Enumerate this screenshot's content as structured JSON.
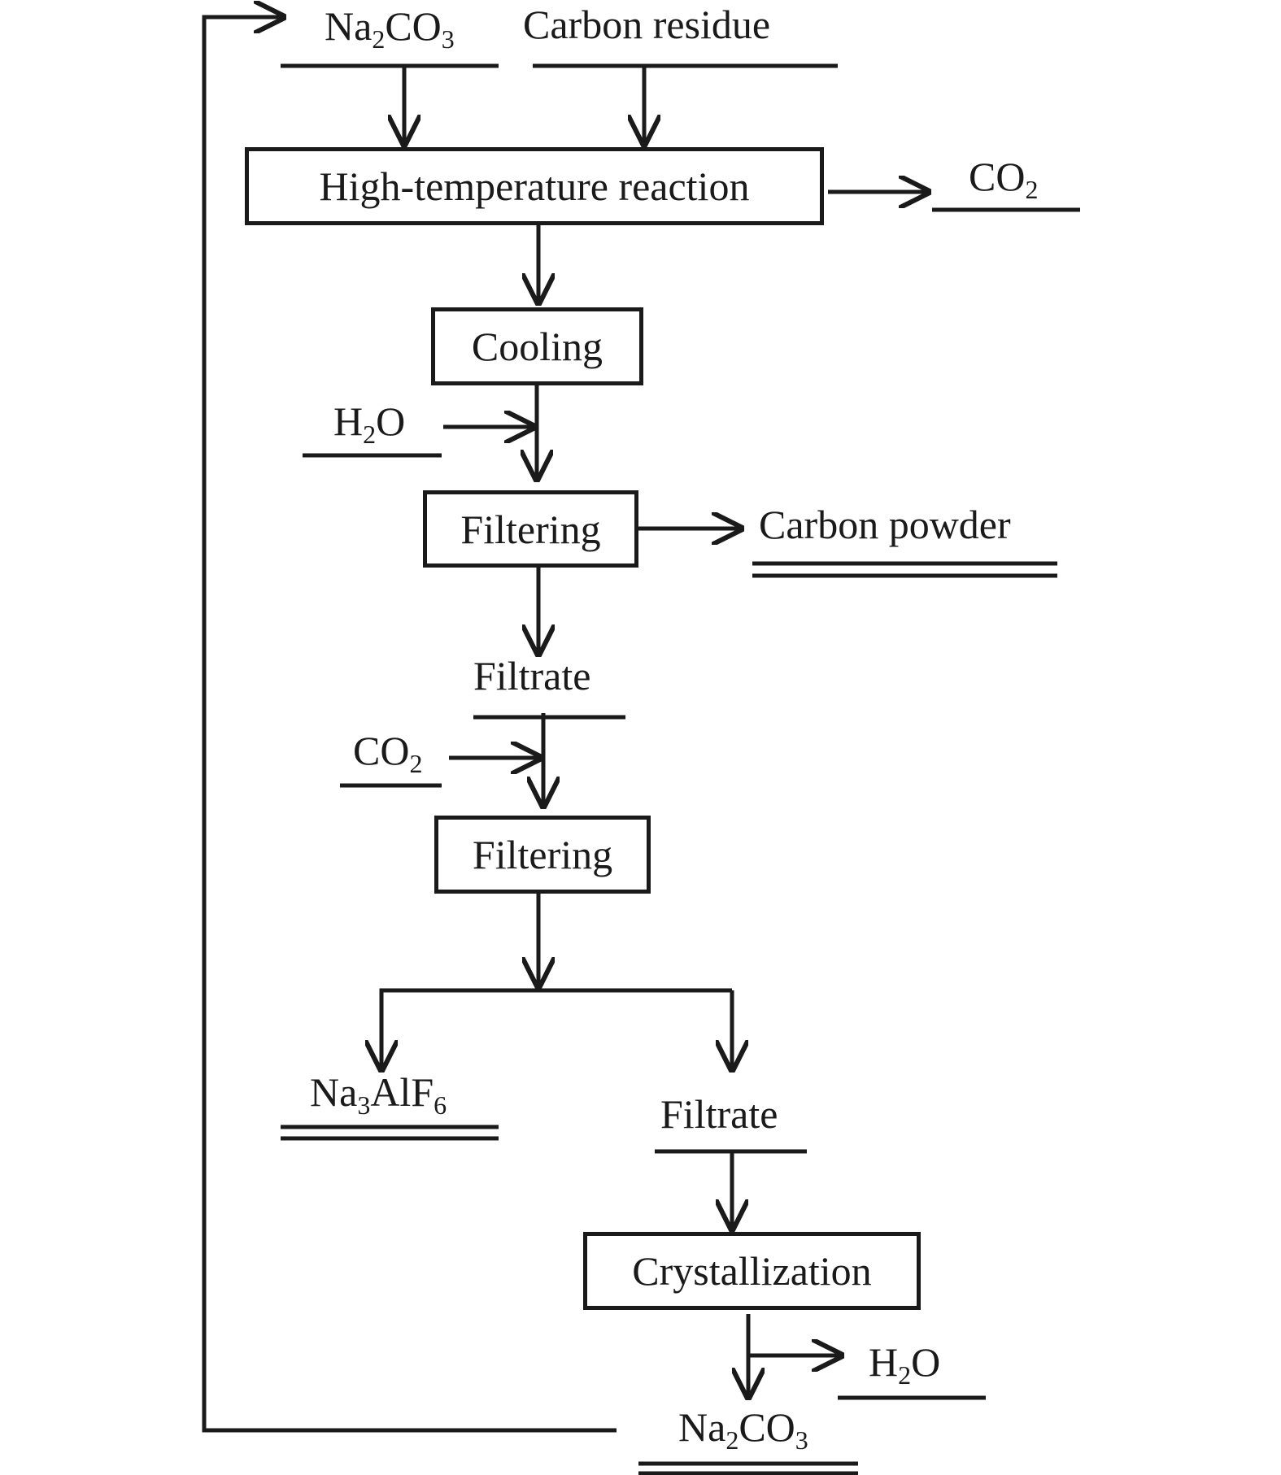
{
  "inputs": {
    "na2co3_top": {
      "base": "Na",
      "sub1": "2",
      "mid": "CO",
      "sub2": "3"
    },
    "carbon_residue": "Carbon residue",
    "h2o_in": {
      "base": "H",
      "sub": "2",
      "tail": "O"
    },
    "co2_in": {
      "base": "CO",
      "sub": "2"
    }
  },
  "steps": {
    "high_temp": "High-temperature reaction",
    "cooling": "Cooling",
    "filtering_1": "Filtering",
    "filtering_2": "Filtering",
    "crystallization": "Crystallization"
  },
  "outputs": {
    "co2_out": {
      "base": "CO",
      "sub": "2"
    },
    "carbon_powder": "Carbon powder",
    "filtrate_1": "Filtrate",
    "na3alf6": {
      "base": "Na",
      "sub1": "3",
      "mid": "AlF",
      "sub2": "6"
    },
    "filtrate_2": "Filtrate",
    "h2o_out": {
      "base": "H",
      "sub": "2",
      "tail": "O"
    },
    "na2co3_bottom": {
      "base": "Na",
      "sub1": "2",
      "mid": "CO",
      "sub2": "3"
    }
  },
  "colors": {
    "stroke": "#1a1a1a",
    "background": "#ffffff"
  }
}
